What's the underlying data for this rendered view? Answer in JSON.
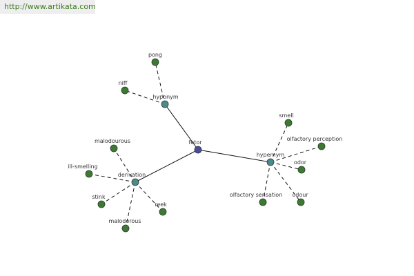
{
  "header": {
    "url": "http://www.artikata.com"
  },
  "graph": {
    "colors": {
      "root": "#4a4aa0",
      "hub": "#4c8a8a",
      "leaf": "#3c7a32",
      "edge": "#111111"
    },
    "root": {
      "id": "fetor",
      "label": "fetor"
    },
    "hubs": [
      {
        "id": "hyponym",
        "label": "hyponym"
      },
      {
        "id": "hypernym",
        "label": "hypernym"
      },
      {
        "id": "derivation",
        "label": "derivation"
      }
    ],
    "leaves": [
      {
        "id": "pong",
        "label": "pong",
        "parent": "hyponym"
      },
      {
        "id": "niff",
        "label": "niff",
        "parent": "hyponym"
      },
      {
        "id": "smell",
        "label": "smell",
        "parent": "hypernym"
      },
      {
        "id": "olfactory-perception",
        "label": "olfactory perception",
        "parent": "hypernym"
      },
      {
        "id": "odor",
        "label": "odor",
        "parent": "hypernym"
      },
      {
        "id": "odour",
        "label": "odour",
        "parent": "hypernym"
      },
      {
        "id": "olfactory-sensation",
        "label": "olfactory sensation",
        "parent": "hypernym"
      },
      {
        "id": "malodourous",
        "label": "malodourous",
        "parent": "derivation"
      },
      {
        "id": "ill-smelling",
        "label": "ill-smelling",
        "parent": "derivation"
      },
      {
        "id": "stink",
        "label": "stink",
        "parent": "derivation"
      },
      {
        "id": "malodorous",
        "label": "malodorous",
        "parent": "derivation"
      },
      {
        "id": "reek",
        "label": "reek",
        "parent": "derivation"
      }
    ]
  }
}
